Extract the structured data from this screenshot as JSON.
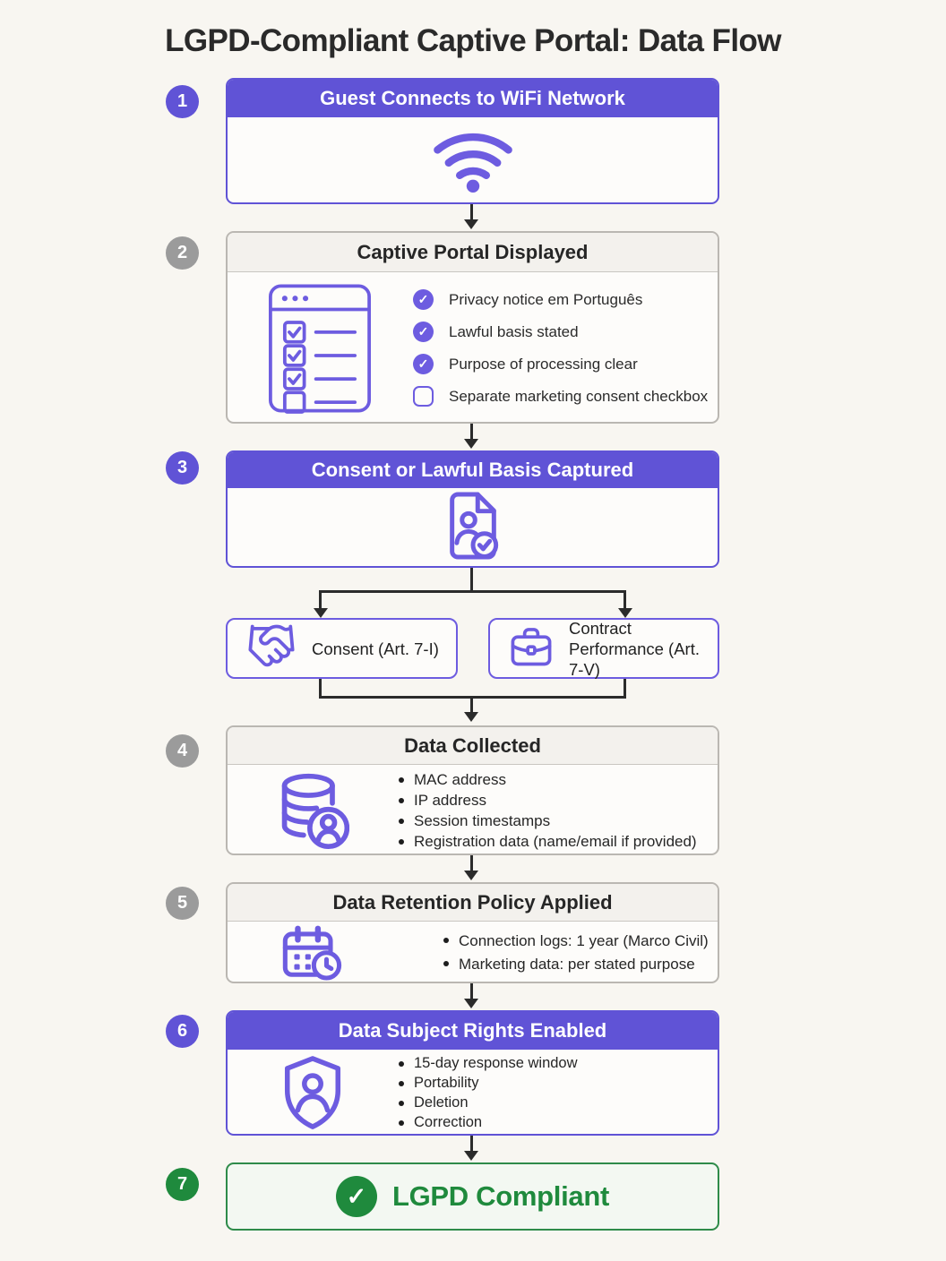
{
  "title": "LGPD-Compliant Captive Portal: Data Flow",
  "colors": {
    "accent_purple": "#6053d6",
    "icon_purple": "#6d5ce0",
    "neutral_gray_badge": "#9b9b9b",
    "success_green": "#1f8a3d",
    "connector_black": "#2b2b2b",
    "background": "#f8f6f1"
  },
  "steps": [
    {
      "number": "1",
      "title": "Guest Connects to WiFi Network",
      "style": "purple",
      "icon": "wifi-icon"
    },
    {
      "number": "2",
      "title": "Captive Portal Displayed",
      "style": "gray",
      "icon": "checklist-form-icon",
      "checklist": [
        {
          "label": "Privacy notice em Português",
          "checked": true
        },
        {
          "label": "Lawful basis stated",
          "checked": true
        },
        {
          "label": "Purpose of processing clear",
          "checked": true
        },
        {
          "label": "Separate marketing consent checkbox",
          "checked": false
        }
      ]
    },
    {
      "number": "3",
      "title": "Consent or Lawful Basis Captured",
      "style": "purple",
      "icon": "document-consent-icon"
    },
    {
      "number": "4",
      "title": "Data Collected",
      "style": "gray",
      "icon": "database-user-icon",
      "bullets": [
        "MAC address",
        "IP address",
        "Session timestamps",
        "Registration data (name/email if provided)"
      ]
    },
    {
      "number": "5",
      "title": "Data Retention Policy Applied",
      "style": "gray",
      "icon": "calendar-clock-icon",
      "bullets": [
        "Connection logs: 1 year (Marco Civil)",
        "Marketing data: per stated purpose"
      ]
    },
    {
      "number": "6",
      "title": "Data Subject Rights Enabled",
      "style": "purple",
      "icon": "shield-user-icon",
      "bullets": [
        "15-day response window",
        "Portability",
        "Deletion",
        "Correction"
      ]
    },
    {
      "number": "7",
      "title": "LGPD Compliant",
      "style": "green",
      "icon": "check-circle-icon"
    }
  ],
  "branches": [
    {
      "label": "Consent (Art. 7-I)",
      "icon": "handshake-icon"
    },
    {
      "label": "Contract Performance (Art. 7-V)",
      "icon": "briefcase-icon"
    }
  ]
}
